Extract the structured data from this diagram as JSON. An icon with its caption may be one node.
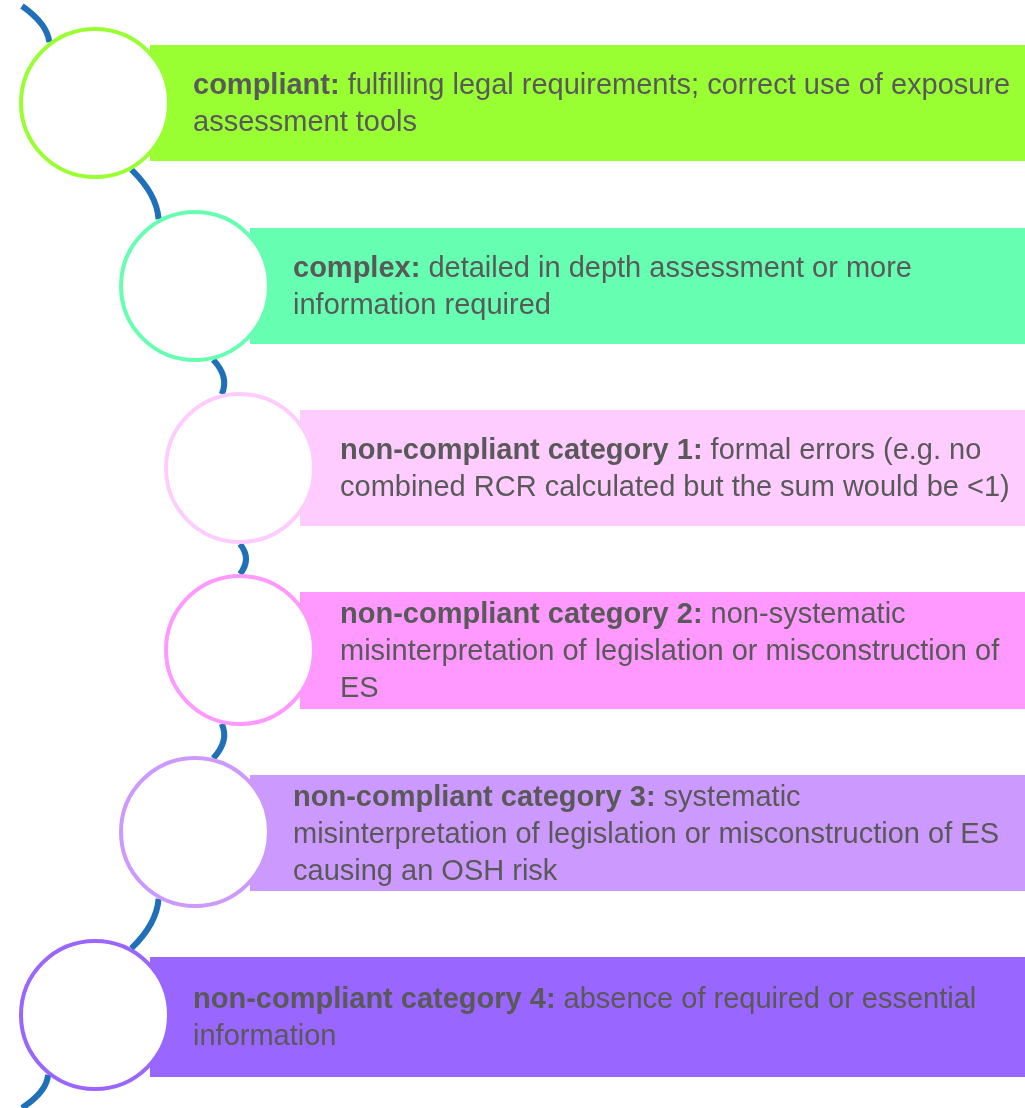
{
  "diagram": {
    "nodes": [
      {
        "text": [
          "**compliant:**  fulfilling legal requirements; correct use of exposure assessment tools"
        ]
      },
      {
        "text": [
          "**complex:**  detailed in depth assessment or more information required"
        ]
      },
      {
        "text": [
          "**non-compliant category 1:** formal errors (e.g. no combined RCR calculated but the sum would be <1)"
        ]
      },
      {
        "text": [
          "**non-compliant category 2:** non-systematic misinterpretation of legislation or misconstruction of ES"
        ]
      },
      {
        "text": [
          "**non-compliant category 3:** systematic misinterpretation of legislation or misconstruction of ES causing an OSH risk"
        ]
      },
      {
        "text": [
          "**non-compliant category 4:** absence of required or essential information"
        ]
      },
      {
        "text": [],
        "shape": "circle"
      },
      {
        "text": [],
        "shape": "circle"
      },
      {
        "text": [],
        "shape": "circle"
      },
      {
        "text": [],
        "shape": "circle"
      },
      {
        "text": [],
        "shape": "circle"
      },
      {
        "text": [],
        "shape": "circle"
      }
    ],
    "edges": [
      {
        "from": null,
        "to": 6,
        "arrow": "none"
      },
      {
        "from": 6,
        "to": 7,
        "arrow": "none"
      },
      {
        "from": 7,
        "to": 8,
        "arrow": "none"
      },
      {
        "from": 8,
        "to": 9,
        "arrow": "none"
      },
      {
        "from": 9,
        "to": 10,
        "arrow": "none"
      },
      {
        "from": 10,
        "to": 11,
        "arrow": "none"
      },
      {
        "from": 11,
        "to": null,
        "arrow": "none"
      }
    ]
  }
}
